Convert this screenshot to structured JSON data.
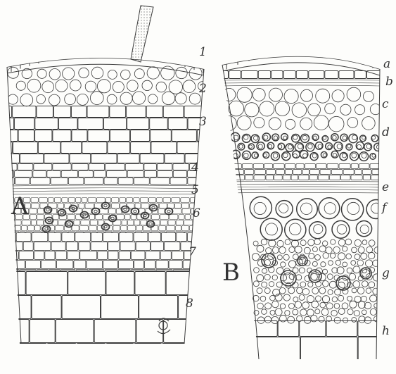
{
  "ink": "#3a3a3a",
  "paper": "#fdfdfb",
  "panels": [
    {
      "letter": "A",
      "layer_labels": [
        "1",
        "2",
        "3",
        "4",
        "5",
        "6",
        "7",
        "8"
      ]
    },
    {
      "letter": "B",
      "layer_labels": [
        "a",
        "b",
        "c",
        "d",
        "e",
        "f",
        "g",
        "h"
      ]
    }
  ]
}
